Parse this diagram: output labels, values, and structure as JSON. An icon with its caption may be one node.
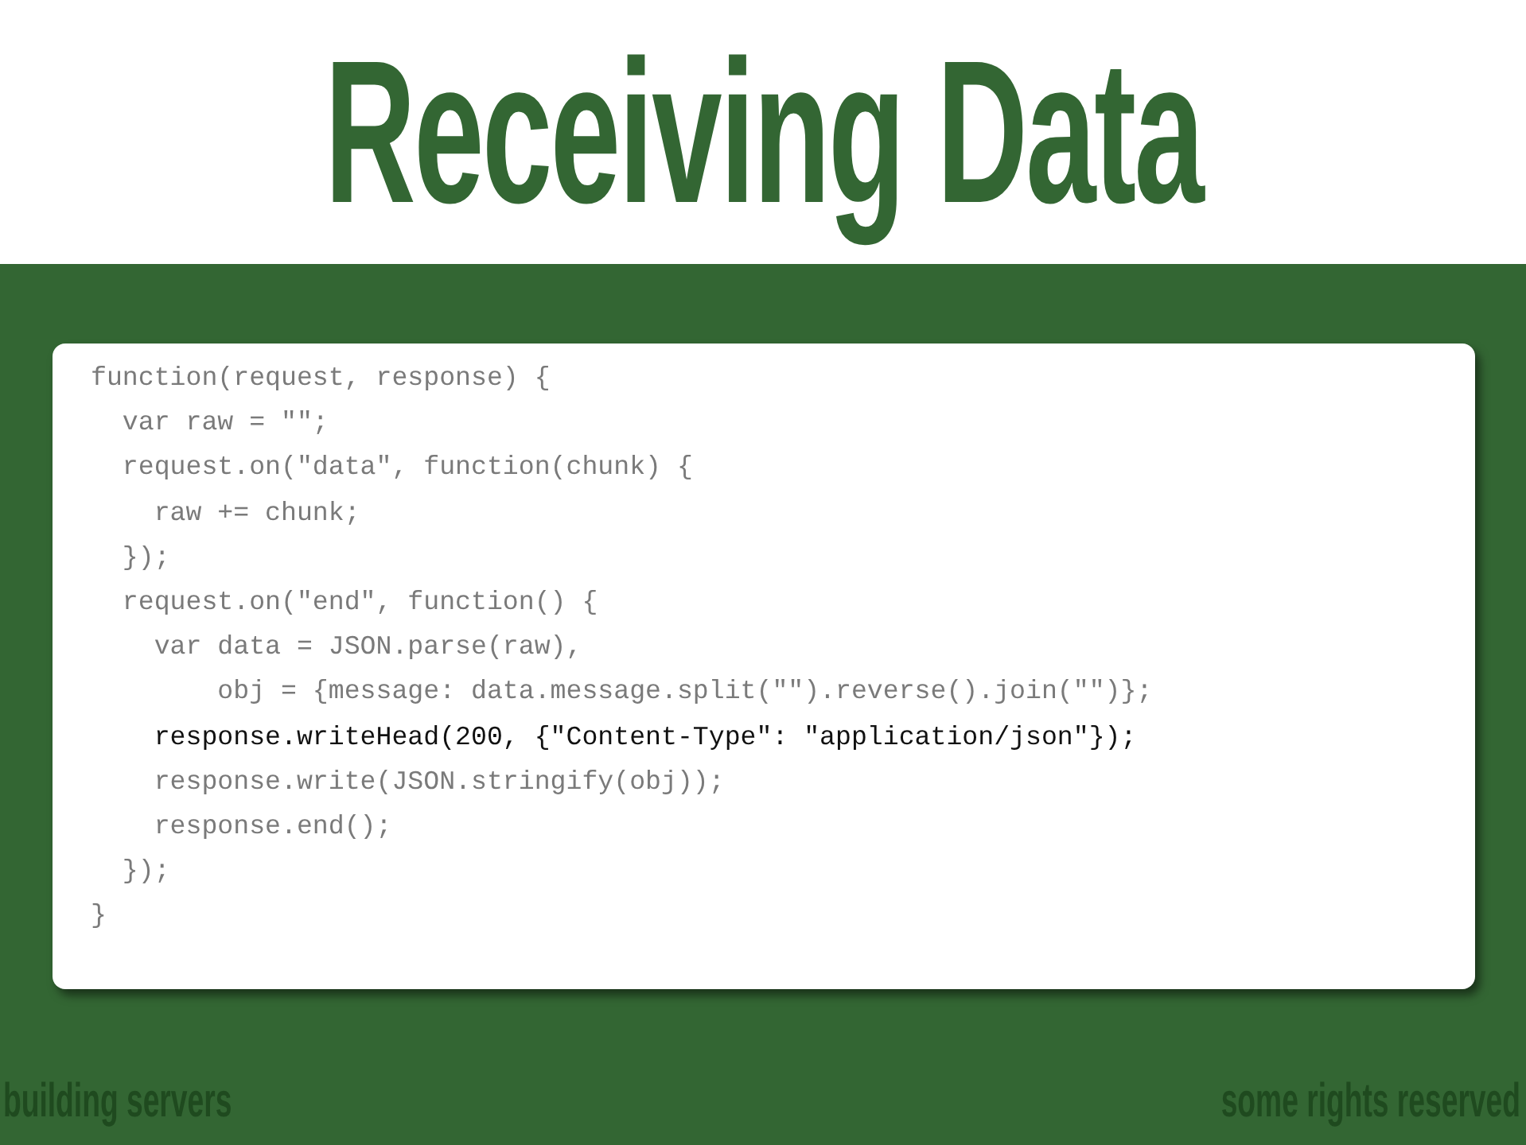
{
  "diagram": {
    "title": "Receiving Data",
    "labels": [
      "function(request, response) {",
      "  var raw = \"\";",
      "  request.on(\"data\", function(chunk) {",
      "    raw += chunk;",
      "  });",
      "  request.on(\"end\", function() {",
      "    var data = JSON.parse(raw),",
      "        obj = {message: data.message.split(\"\").reverse().join(\"\")};",
      "    response.writeHead(200, {\"Content-Type\": \"application/json\"});",
      "    response.write(JSON.stringify(obj));",
      "    response.end();",
      "  });",
      "}",
      "building servers",
      "some rights reserved"
    ]
  }
}
